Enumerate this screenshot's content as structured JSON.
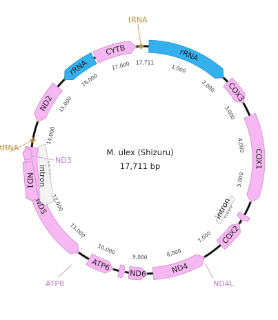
{
  "plasmid": {
    "name": "M. ulex (Shizuru)",
    "size_label": "17,711 bp",
    "total_bp": 17711
  },
  "colors": {
    "pink": "#f7b7f2",
    "pink_stroke": "#c98fc4",
    "blue": "#35b0ec",
    "blue_stroke": "#1e8fc7",
    "grey": "#f3f3f3",
    "grey_stroke": "#c8c8c8",
    "trna": "#b98a3a",
    "callout": "#c07fc0",
    "backbone": "#111111"
  },
  "features": [
    {
      "name": "rRNA",
      "type": "rrna",
      "start": 100,
      "end": 2150,
      "dir": 1
    },
    {
      "name": "COX3",
      "type": "gene",
      "start": 2300,
      "end": 2950,
      "dir": 1
    },
    {
      "name": "COX1",
      "type": "gene",
      "start": 3300,
      "end": 5500,
      "dir": 1
    },
    {
      "name": "",
      "type": "gene",
      "start": 5850,
      "end": 6000,
      "dir": 1
    },
    {
      "name": "COX2",
      "type": "gene",
      "start": 6100,
      "end": 6800,
      "dir": -1
    },
    {
      "name": "ND4",
      "type": "gene",
      "start": 7300,
      "end": 8650,
      "dir": -1
    },
    {
      "name": "ND6",
      "type": "gene",
      "start": 8800,
      "end": 9250,
      "dir": -1
    },
    {
      "name": "",
      "type": "gene",
      "start": 9350,
      "end": 9500,
      "dir": -1
    },
    {
      "name": "ATP6",
      "type": "gene",
      "start": 9650,
      "end": 10300,
      "dir": -1
    },
    {
      "name": "ND5",
      "type": "gene",
      "start": 10600,
      "end": 13600,
      "dir": -1
    },
    {
      "name": "ND2",
      "type": "gene",
      "start": 14250,
      "end": 15250,
      "dir": -1
    },
    {
      "name": "rRNA",
      "type": "rrna",
      "start": 15500,
      "end": 16400,
      "dir": -1
    },
    {
      "name": "CYTB",
      "type": "gene",
      "start": 16450,
      "end": 17500,
      "dir": 1
    }
  ],
  "trnas": [
    {
      "label": "tRNA",
      "pos": 17620
    },
    {
      "label": "tRNA",
      "pos": 13780
    }
  ],
  "ticks": [
    "1,000",
    "2,000",
    "3,000",
    "4,000",
    "5,000",
    "6,000",
    "7,000",
    "8,000",
    "9,000",
    "10,000",
    "11,000",
    "12,000",
    "13,000",
    "14,000",
    "15,000",
    "16,000",
    "17,000",
    "17,711"
  ],
  "callouts": {
    "nd3": "ND3",
    "nd4l": "ND4L",
    "atp8": "ATP8"
  },
  "inner": {
    "nd1": "ND1",
    "intron_left": "intron",
    "intron_right": "intron"
  }
}
